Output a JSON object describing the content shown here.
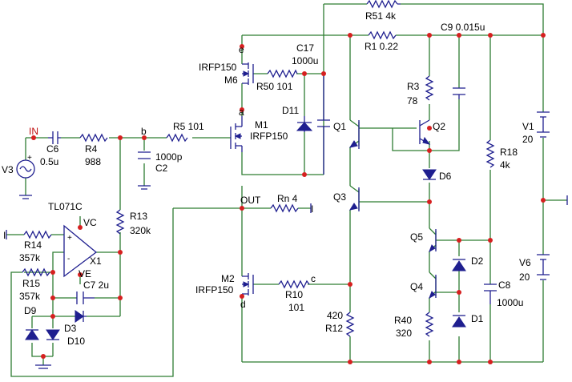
{
  "nets": {
    "in": "IN",
    "b": "b",
    "e": "e",
    "a": "a",
    "c": "c",
    "d": "d",
    "out": "OUT",
    "vc": "VC",
    "ve": "VE",
    "x1": "X1",
    "io_left": "I",
    "io_rn": "I"
  },
  "labels": {
    "r51": "R51 4k",
    "r1": "R1  0.22",
    "c9": "C9  0.015u",
    "c17a": "C17",
    "c17b": "1000u",
    "irfp_m6": "IRFP150",
    "m6": "M6",
    "r50": "R50  101",
    "d11": "D11",
    "m1": "M1",
    "irfp_m1": "IRFP150",
    "q1": "Q1",
    "q2": "Q2",
    "r3": "R3",
    "r3v": "78",
    "d6": "D6",
    "v1": "V1",
    "v1v": "20",
    "r18": "R18",
    "r18v": "4k",
    "c6": "C6",
    "c6v": "0.5u",
    "r4": "R4",
    "r4v": "988",
    "r5": "R5  101",
    "c2a": "1000p",
    "c2b": "C2",
    "v3": "V3",
    "tl071": "TL071C",
    "r13": "R13",
    "r13v": "320k",
    "r14": "R14",
    "r14v": "357k",
    "r15": "R15",
    "r15v": "357k",
    "c7": "C7 2u",
    "d9": "D9",
    "d3": "D3",
    "d10": "D10",
    "q3": "Q3",
    "rn": "Rn 4",
    "q5": "Q5",
    "d2": "D2",
    "q4": "Q4",
    "d1": "D1",
    "r40": "R40",
    "r40v": "320",
    "r12v": "420",
    "r12": "R12",
    "c8": "C8",
    "c8v": "1000u",
    "v6": "V6",
    "v6v": "20",
    "m2": "M2",
    "irfp_m2": "IRFP150",
    "r10": "R10",
    "r10v": "101",
    "plus": "+",
    "minus": "-",
    "opplus": "+",
    "opminus": "-"
  },
  "colors": {
    "wire": "#2e7d32",
    "component": "#1f1f8f",
    "junction": "#d62020"
  }
}
